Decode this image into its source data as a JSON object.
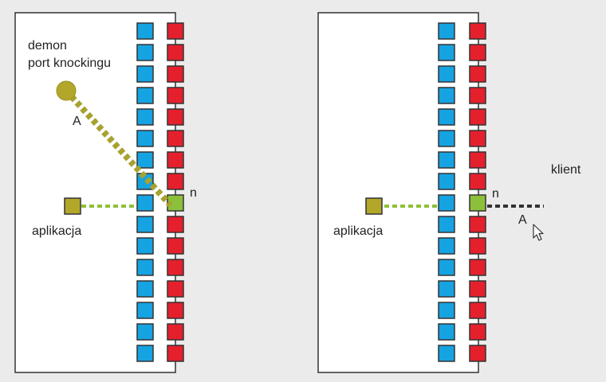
{
  "colors": {
    "background": "#ebebeb",
    "panel": "#ffffff",
    "panel_border": "#333333",
    "inner_port": "#16a3e2",
    "outer_port_closed": "#e5202d",
    "outer_port_open": "#8dc03a",
    "daemon": "#b3a72a",
    "app": "#b3a72a",
    "daemon_link": "#a8a22f",
    "app_link": "#8dc03a",
    "client_link": "#333333",
    "cursor": "#ffffff"
  },
  "icons": {
    "cursor": "mouse-pointer-icon"
  },
  "ports": {
    "count": 16,
    "open_index": 8
  },
  "left_panel": {
    "daemon_label_line1": "demon",
    "daemon_label_line2": "port knockingu",
    "knock_label": "A",
    "port_label": "n",
    "app_label": "aplikacja"
  },
  "right_panel": {
    "port_label": "n",
    "app_label": "aplikacja",
    "knock_label": "A",
    "client_label": "klient"
  }
}
